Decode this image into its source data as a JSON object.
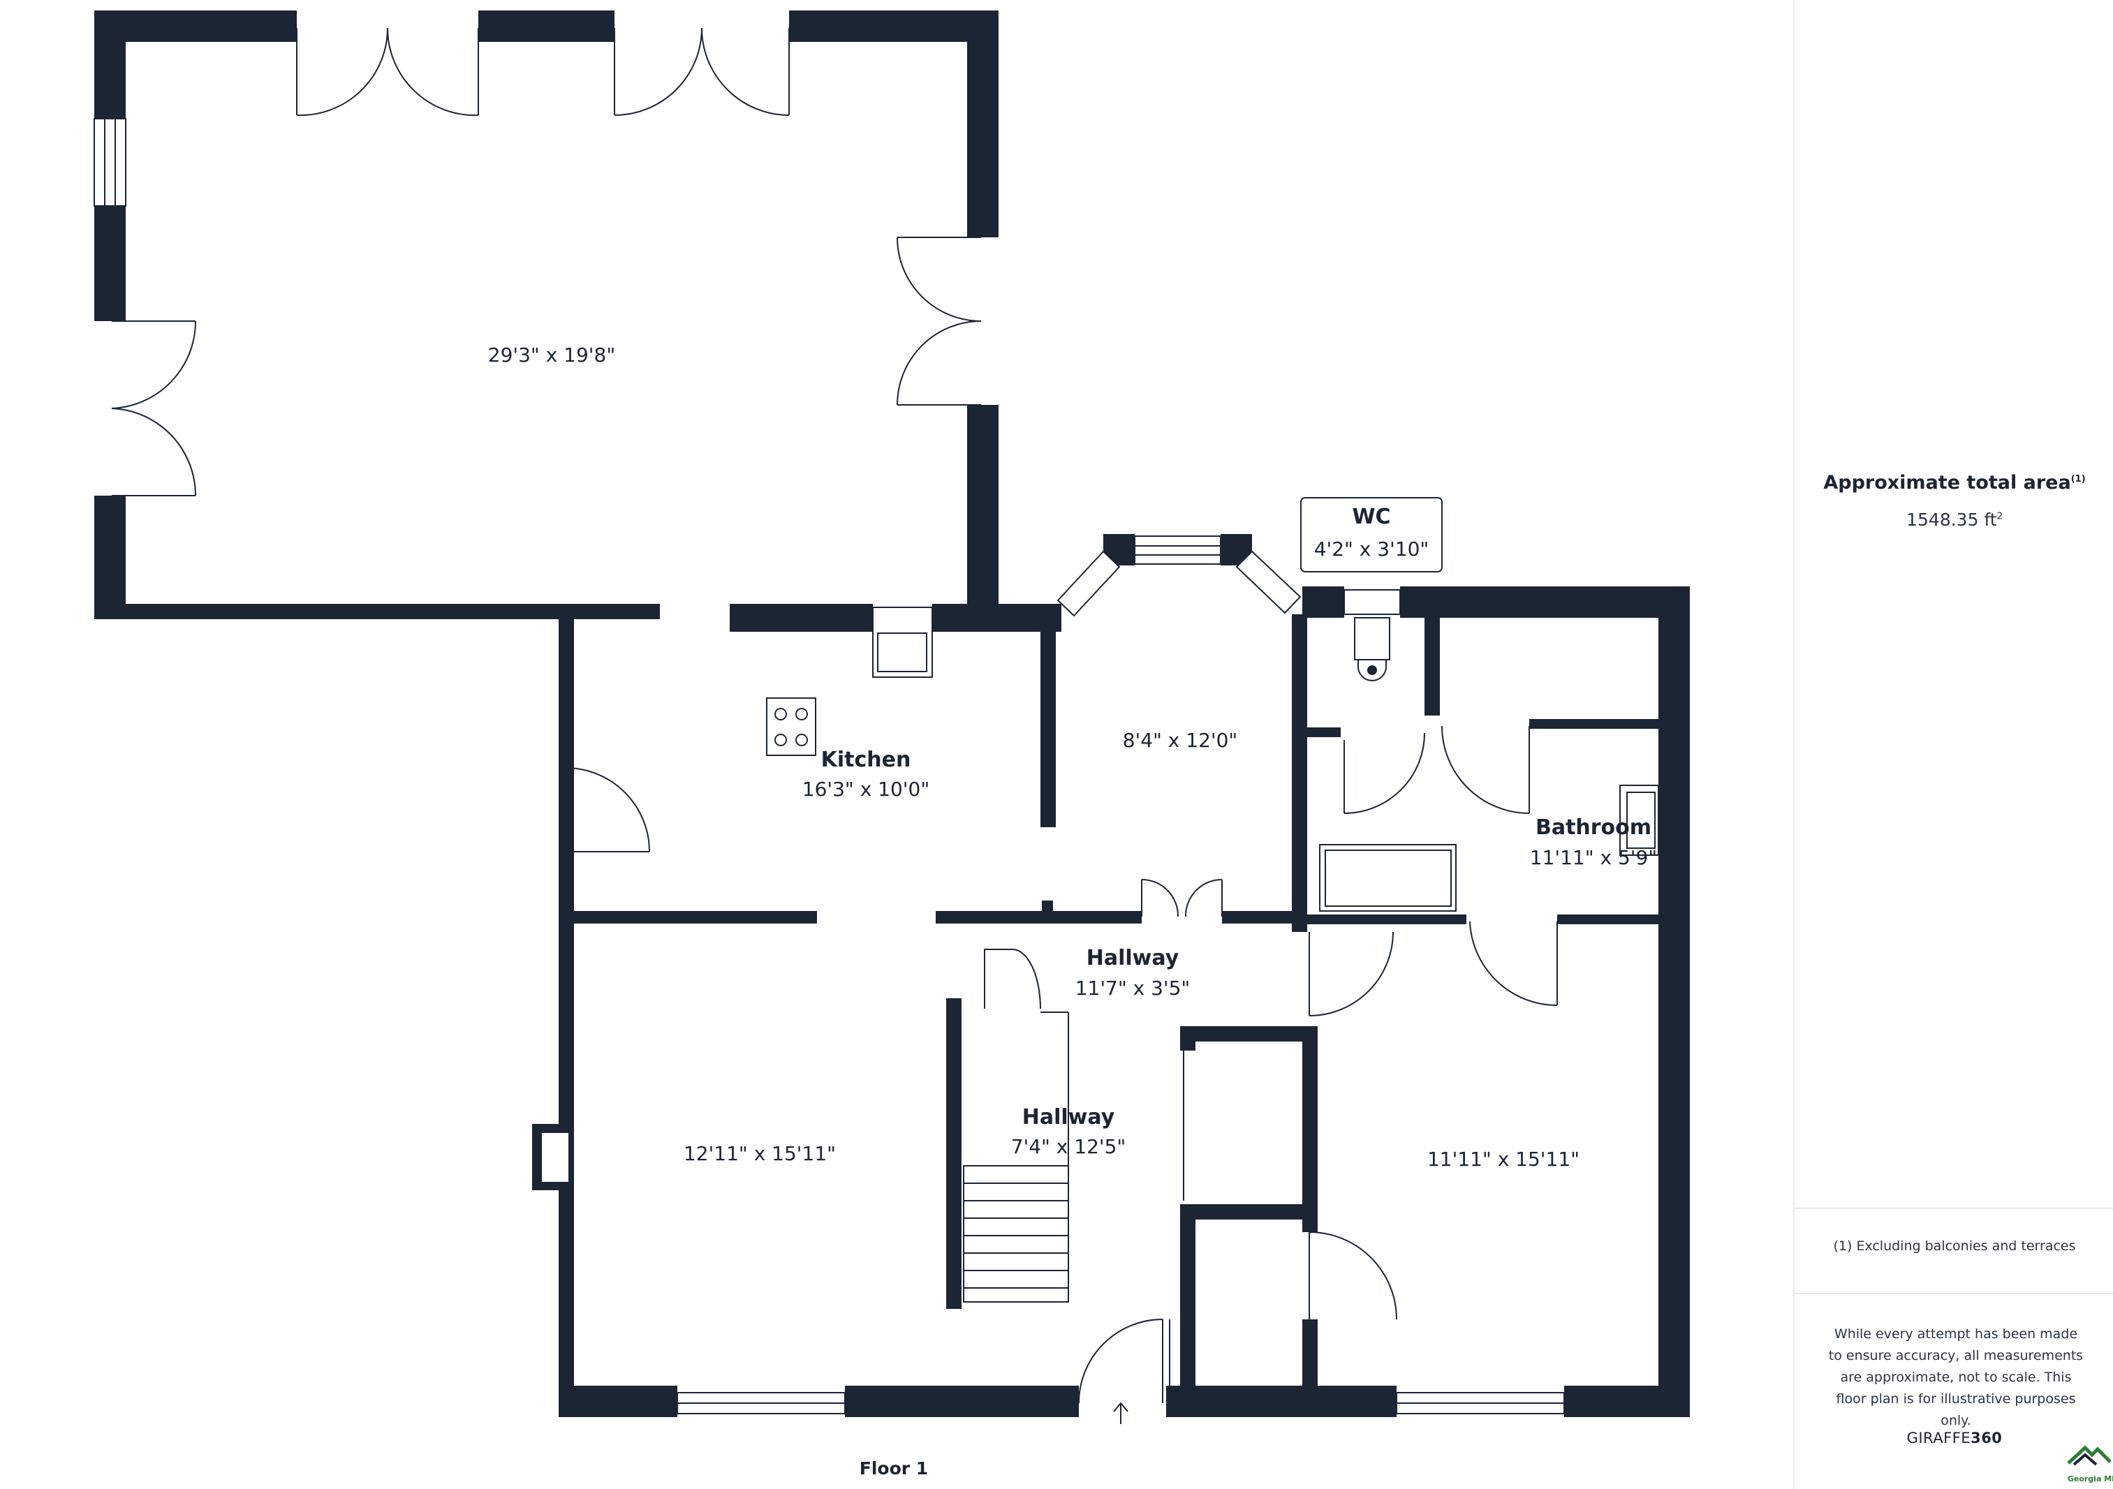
{
  "colors": {
    "wall": "#1c2533",
    "line": "#1c2533",
    "divider": "#e8eaed"
  },
  "plan": {
    "floor_label": "Floor 1",
    "rooms": {
      "great_room": {
        "name": "",
        "dims": "29'3\" x 19'8\""
      },
      "kitchen": {
        "name": "Kitchen",
        "dims": "16'3\" x 10'0\""
      },
      "breakfast": {
        "name": "",
        "dims": "8'4\" x 12'0\""
      },
      "wc": {
        "name": "WC",
        "dims": "4'2\" x 3'10\""
      },
      "bathroom": {
        "name": "Bathroom",
        "dims": "11'11\" x 5'9\""
      },
      "hallway_upper": {
        "name": "Hallway",
        "dims": "11'7\" x 3'5\""
      },
      "hallway_lower": {
        "name": "Hallway",
        "dims": "7'4\" x 12'5\""
      },
      "living": {
        "name": "",
        "dims": "12'11\" x 15'11\""
      },
      "bedroom": {
        "name": "",
        "dims": "11'11\" x 15'11\""
      }
    }
  },
  "sidebar": {
    "area_title": "Approximate total area",
    "area_title_sup": "(1)",
    "area_value": "1548.35 ft",
    "area_unit_sup": "2",
    "footnote": "(1) Excluding balconies and terraces",
    "disclaimer": "While every attempt has been made to ensure accuracy, all measurements are approximate, not to scale. This floor plan is for illustrative purposes only.",
    "brand_prefix": "GIRAFFE",
    "brand_suffix": "360",
    "logo_text": "Georgia ML",
    "logo_icon": "house-logo-icon"
  }
}
